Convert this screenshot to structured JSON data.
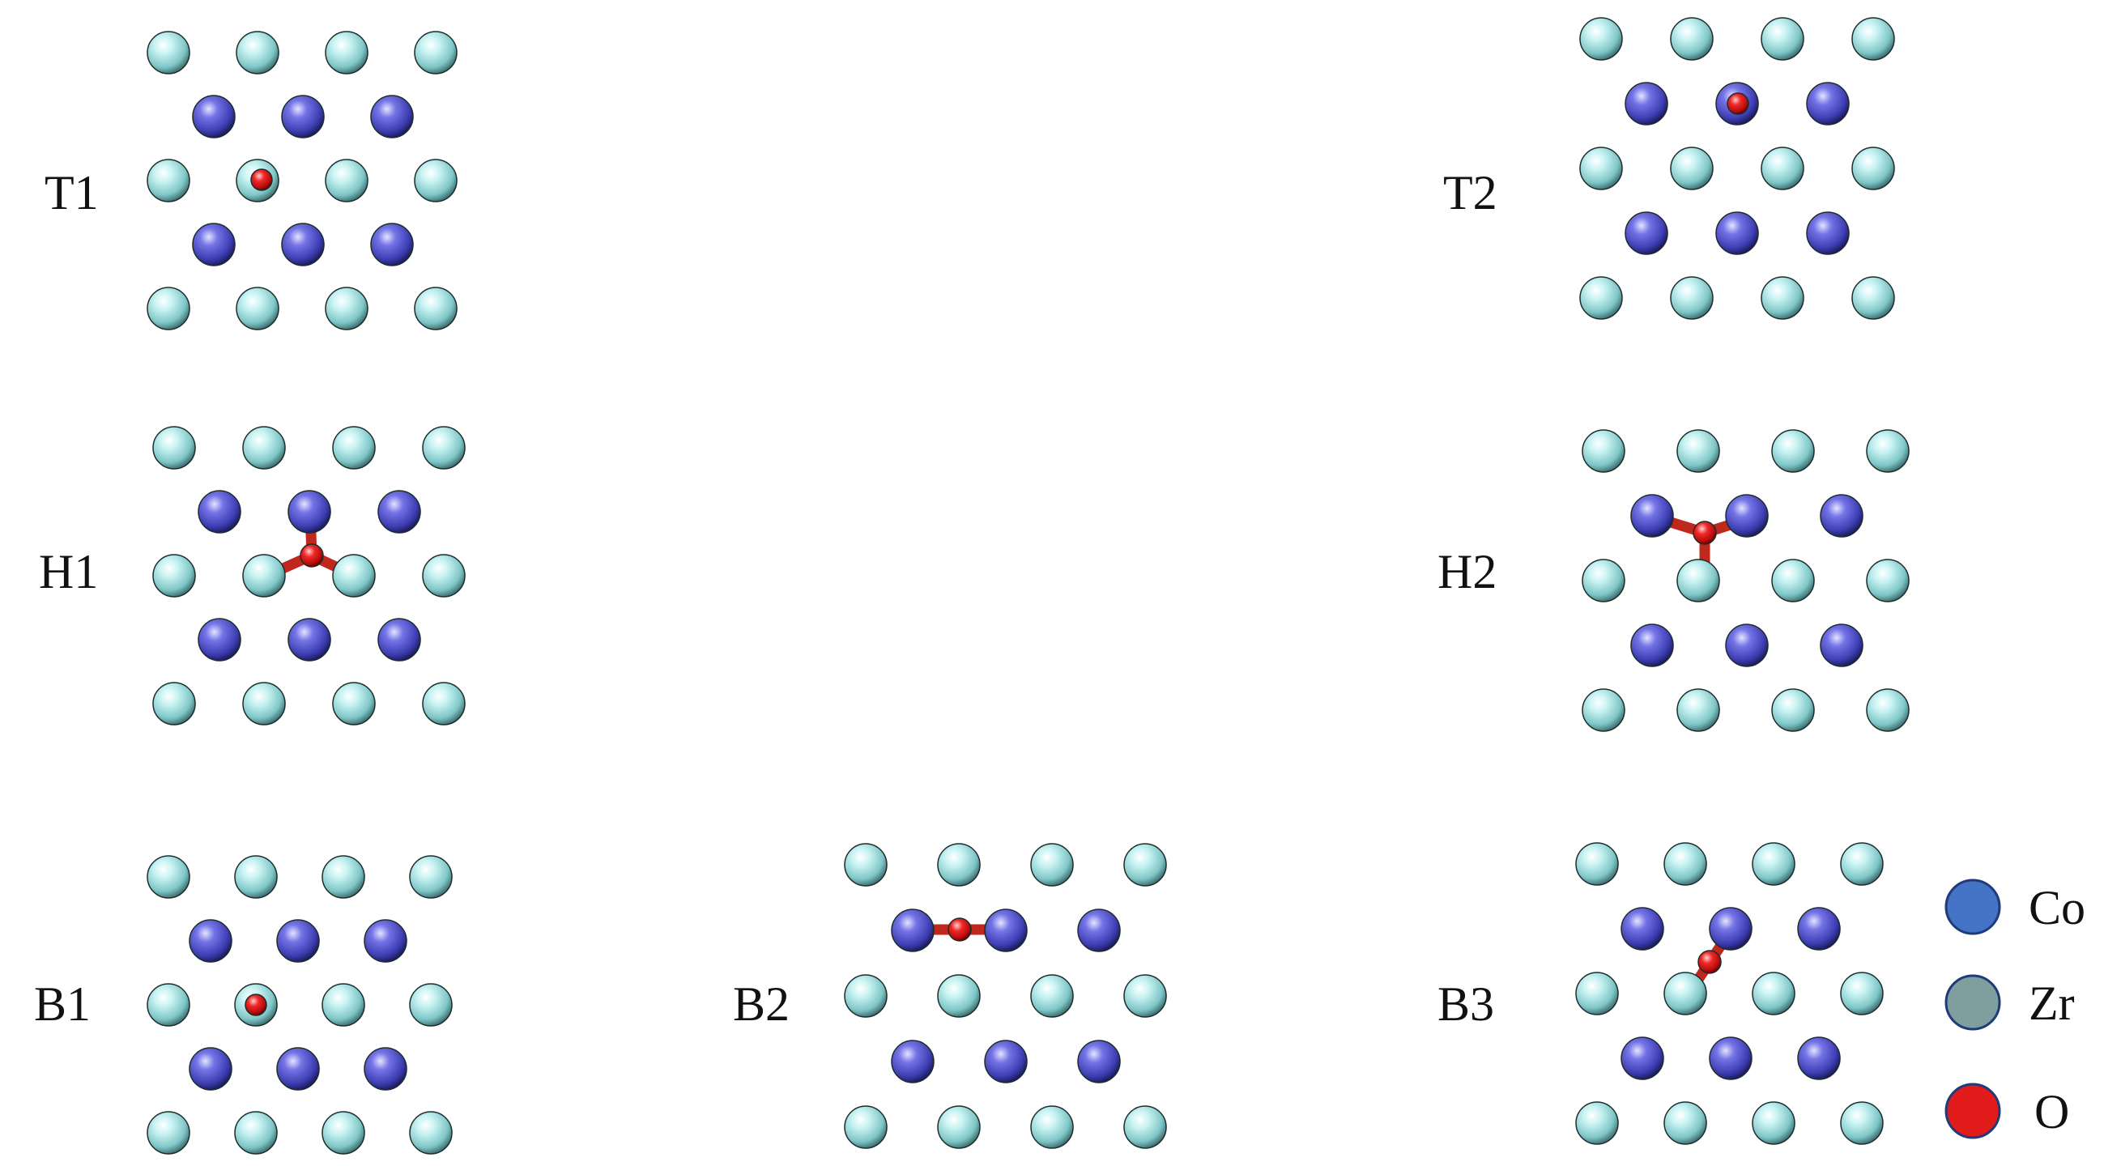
{
  "panels": [
    {
      "id": "T1",
      "label": "T1"
    },
    {
      "id": "T2",
      "label": "T2"
    },
    {
      "id": "H1",
      "label": "H1"
    },
    {
      "id": "H2",
      "label": "H2"
    },
    {
      "id": "B1",
      "label": "B1"
    },
    {
      "id": "B2",
      "label": "B2"
    },
    {
      "id": "B3",
      "label": "B3"
    }
  ],
  "legend": {
    "items": [
      {
        "element": "Co",
        "label": "Co",
        "color": "#4472c4"
      },
      {
        "element": "Zr",
        "label": "Zr",
        "color": "#7f9f9f"
      },
      {
        "element": "O",
        "label": "O",
        "color": "#e11a1a"
      }
    ]
  },
  "atom_colors": {
    "Zr_sphere": "#bfeeee",
    "Co_sphere": "#6f6fe0",
    "O_sphere": "#ee2222",
    "bond": "#c0281e"
  }
}
